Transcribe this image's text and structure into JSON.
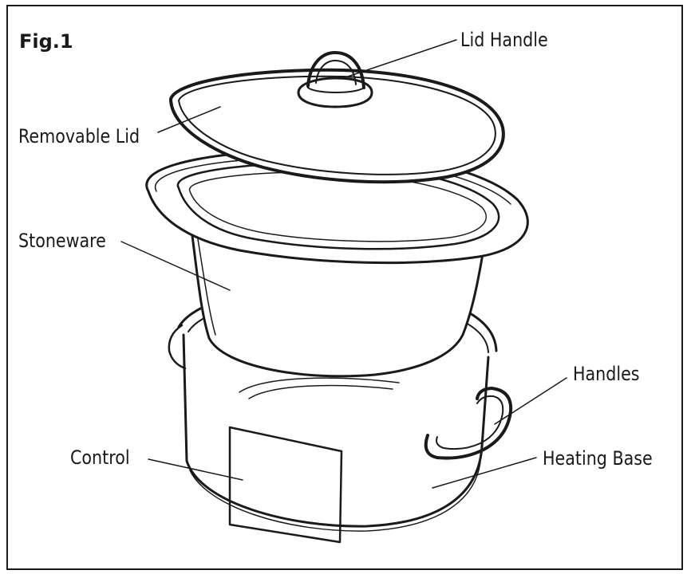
{
  "figure": {
    "title": "Fig.1"
  },
  "labels": {
    "lid_handle": "Lid Handle",
    "removable_lid": "Removable Lid",
    "stoneware": "Stoneware",
    "handles": "Handles",
    "control": "Control",
    "heating_base": "Heating Base"
  },
  "colors": {
    "line": "#1a1a1a",
    "background": "#ffffff"
  }
}
